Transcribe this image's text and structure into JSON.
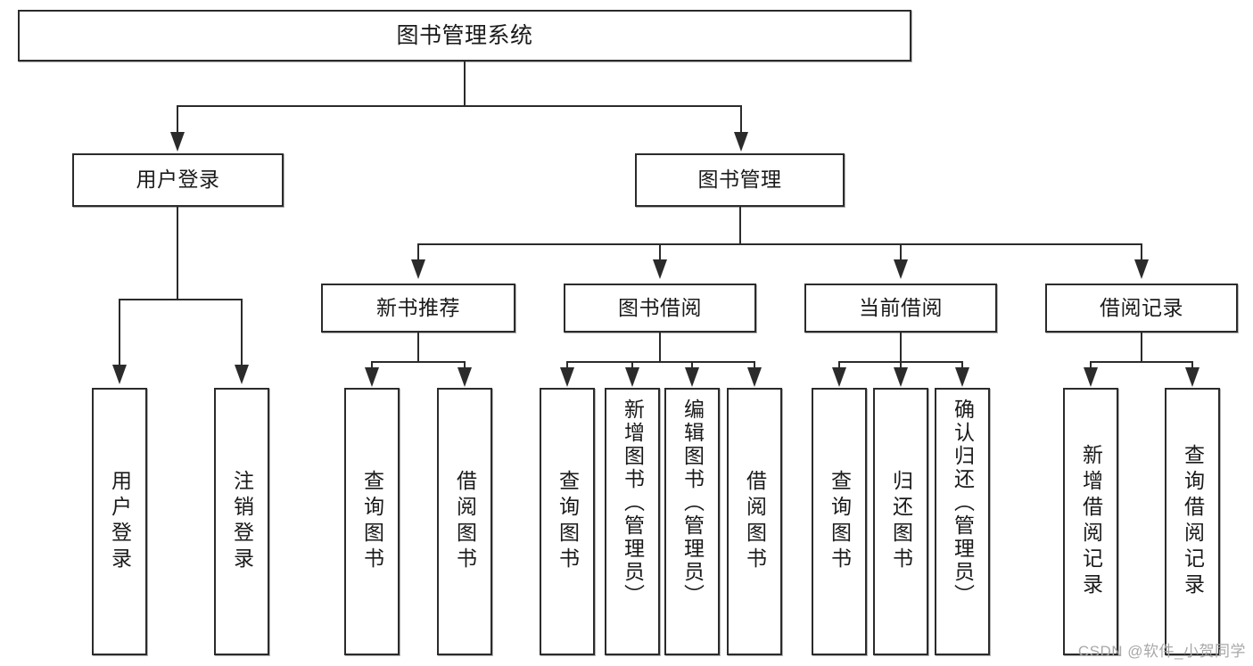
{
  "diagram": {
    "title": "图书管理系统",
    "type": "tree-hierarchy",
    "watermark": "CSDN @软件_小贺同学",
    "colors": {
      "stroke": "#2b2b2b",
      "fill": "#ffffff",
      "text": "#1a1a1a",
      "watermark": "#a8a8a8"
    },
    "root": {
      "label": "图书管理系统"
    },
    "level2": [
      {
        "label": "用户登录"
      },
      {
        "label": "图书管理"
      }
    ],
    "level3": [
      {
        "label": "新书推荐"
      },
      {
        "label": "图书借阅"
      },
      {
        "label": "当前借阅"
      },
      {
        "label": "借阅记录"
      }
    ],
    "leaves": {
      "user_login": [
        {
          "label": "用户登录"
        },
        {
          "label": "注销登录"
        }
      ],
      "new_book_recommend": [
        {
          "label": "查询图书"
        },
        {
          "label": "借阅图书"
        }
      ],
      "book_borrow": [
        {
          "label": "查询图书"
        },
        {
          "label": "新增图书（管理员）"
        },
        {
          "label": "编辑图书（管理员）"
        },
        {
          "label": "借阅图书"
        }
      ],
      "current_borrow": [
        {
          "label": "查询图书"
        },
        {
          "label": "归还图书"
        },
        {
          "label": "确认归还（管理员）"
        }
      ],
      "borrow_record": [
        {
          "label": "新增借阅记录"
        },
        {
          "label": "查询借阅记录"
        }
      ]
    }
  }
}
